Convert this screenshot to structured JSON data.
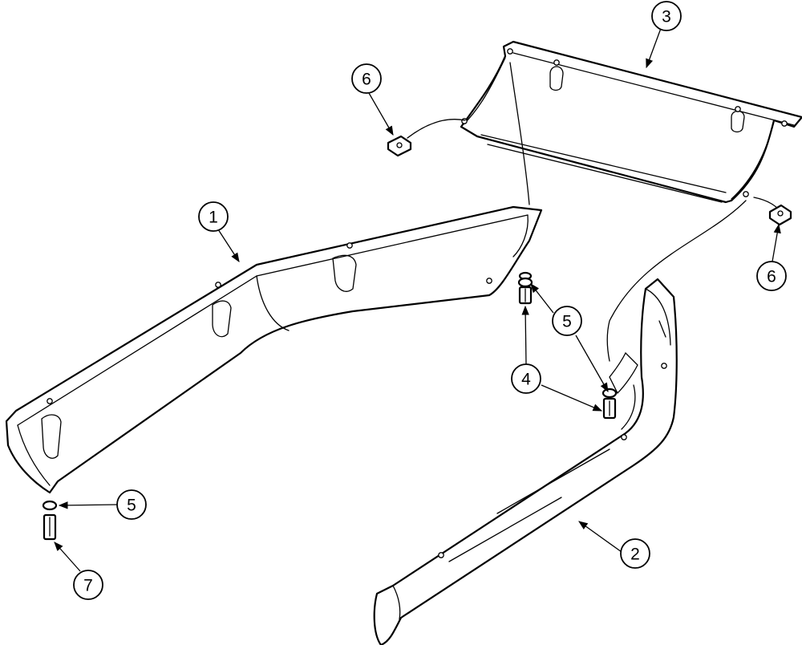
{
  "callouts": [
    {
      "label": "1"
    },
    {
      "label": "2"
    },
    {
      "label": "3"
    },
    {
      "label": "4"
    },
    {
      "label": "5"
    },
    {
      "label": "5"
    },
    {
      "label": "5"
    },
    {
      "label": "6"
    },
    {
      "label": "6"
    },
    {
      "label": "7"
    }
  ]
}
